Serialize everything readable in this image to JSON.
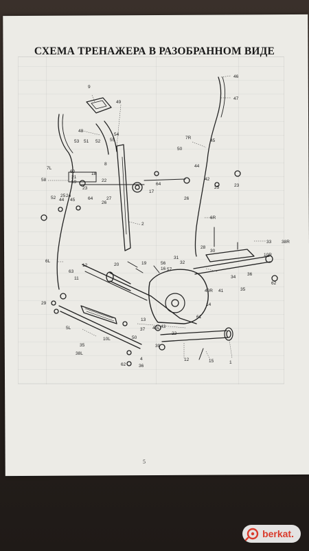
{
  "document": {
    "title": "СХЕМА ТРЕНАЖЕРА В РАЗОБРАННОМ ВИДЕ",
    "page_number": "5"
  },
  "diagram": {
    "part_labels": [
      "9",
      "49",
      "46",
      "47",
      "48",
      "53",
      "51",
      "52",
      "54",
      "55",
      "7R",
      "45",
      "50",
      "44",
      "8",
      "7L",
      "60",
      "21",
      "59",
      "58",
      "22",
      "18",
      "23",
      "17",
      "26",
      "27",
      "64",
      "25",
      "24",
      "52",
      "42",
      "45",
      "44",
      "64",
      "23",
      "26",
      "2",
      "6R",
      "25",
      "33",
      "38R",
      "28",
      "30",
      "31",
      "32",
      "6L",
      "10R",
      "12",
      "20",
      "19",
      "56",
      "16",
      "57",
      "63",
      "11",
      "29",
      "34",
      "36",
      "40R",
      "41",
      "35",
      "62",
      "13",
      "14",
      "37",
      "50",
      "40L",
      "43",
      "39",
      "22",
      "5L",
      "10L",
      "38L",
      "35",
      "62",
      "36",
      "4",
      "12",
      "15",
      "1",
      "61"
    ]
  },
  "watermark": {
    "text": "berkat.",
    "color": "#d93a2b"
  }
}
